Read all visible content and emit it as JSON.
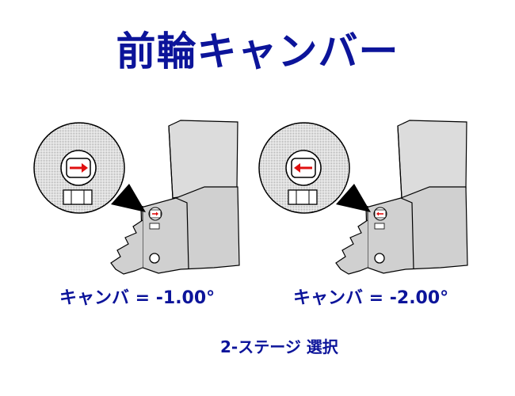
{
  "title": "前輪キャンバー",
  "diagrams": [
    {
      "caption": "キャンバ = -1.00°",
      "arrow_direction": "right",
      "icon": "arrow-right-icon"
    },
    {
      "caption": "キャンバ = -2.00°",
      "arrow_direction": "left",
      "icon": "arrow-left-icon"
    }
  ],
  "stage_label": "2-ステージ 選択",
  "colors": {
    "text": "#0c149a",
    "arrow": "#e01010",
    "line": "#000000",
    "fill": "#d9d9d9"
  }
}
